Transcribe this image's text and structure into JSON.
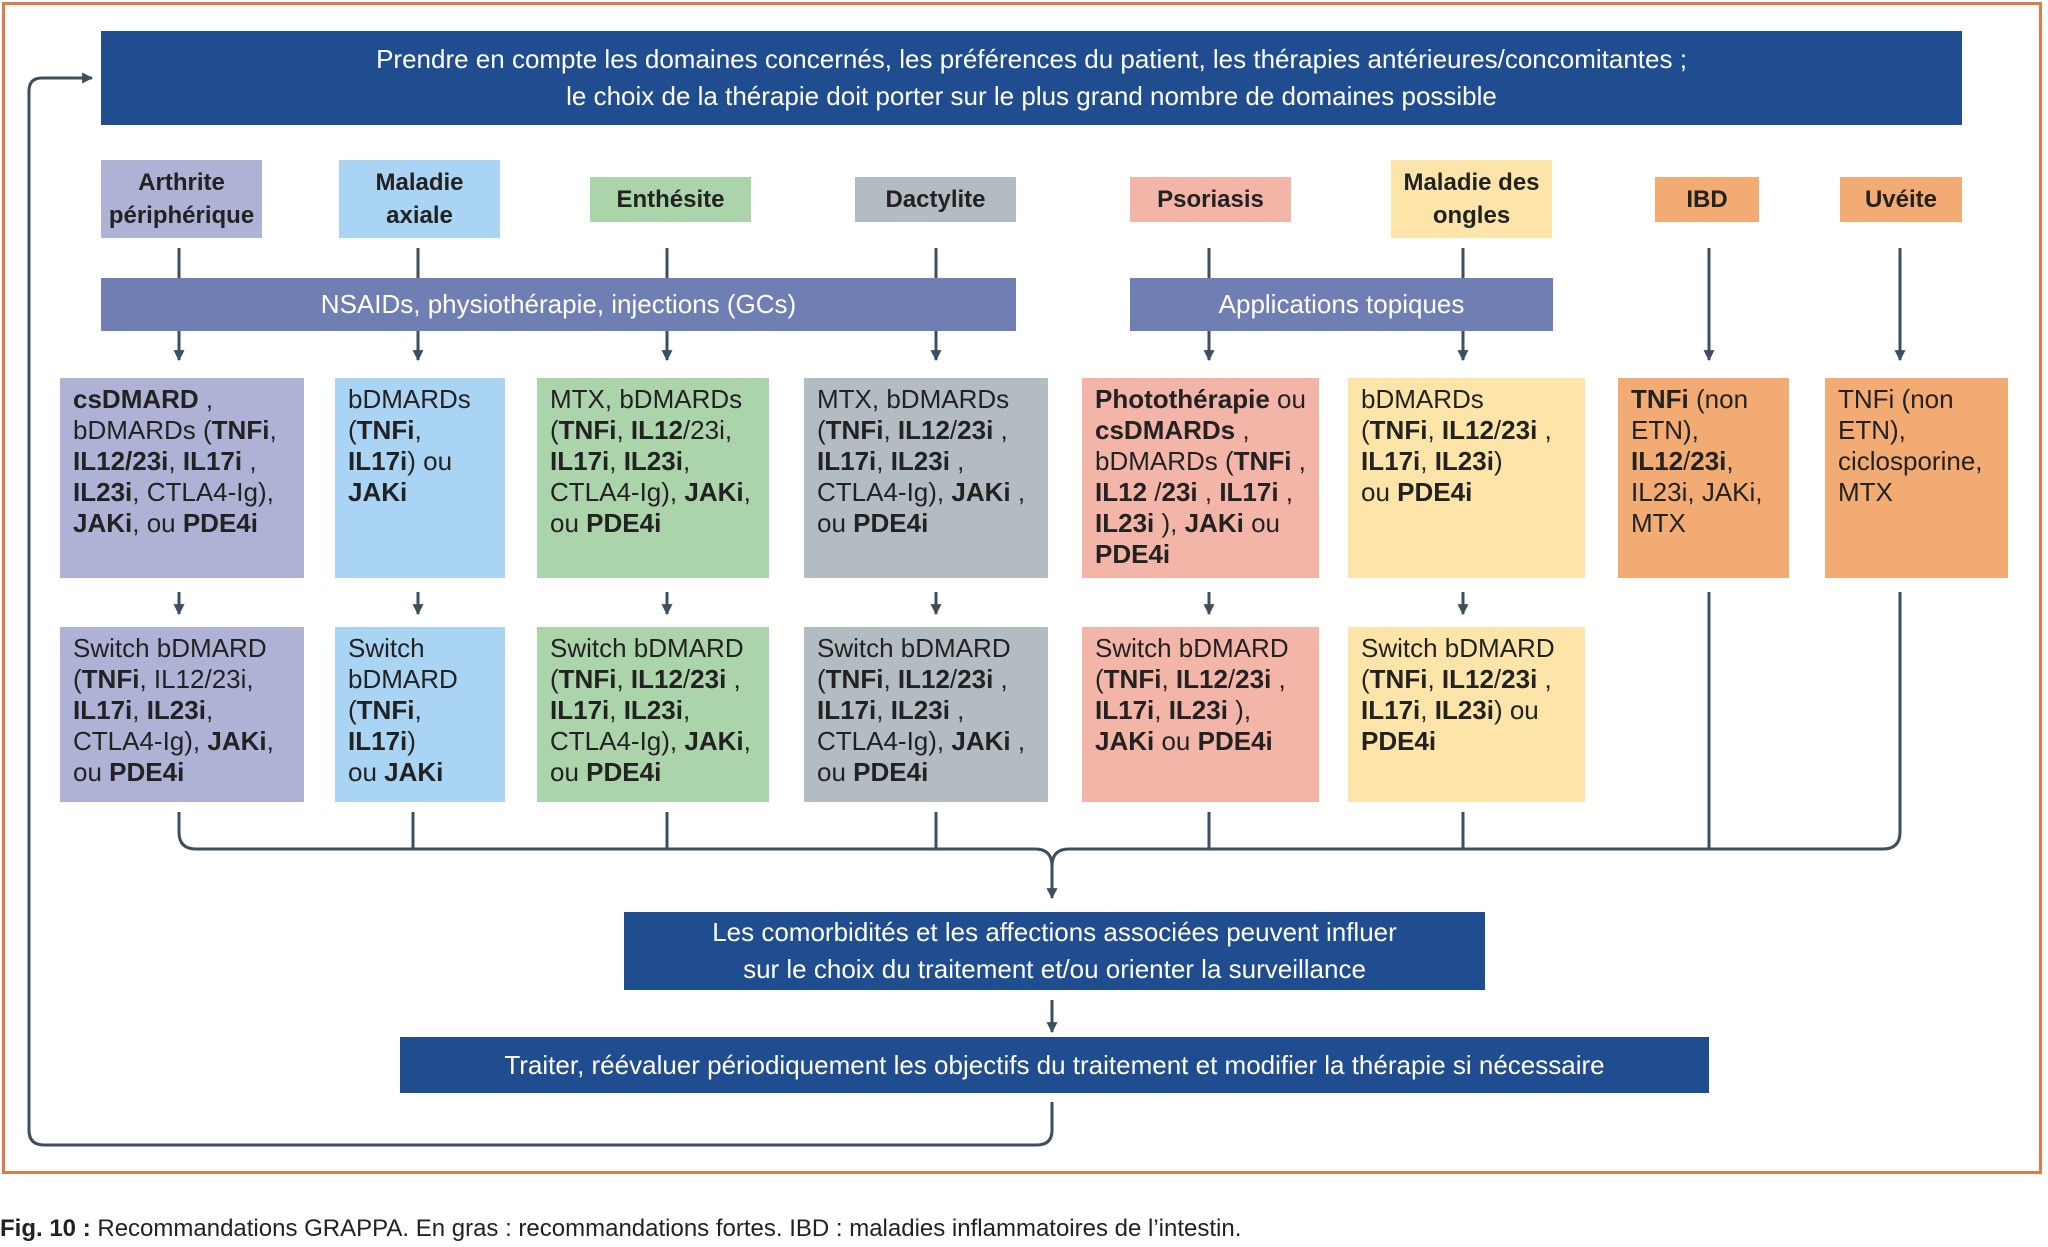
{
  "top_banner": {
    "line1": "Prendre en compte les domaines concernés, les préférences du patient, les thérapies antérieures/concomitantes ;",
    "line2": "le choix de la thérapie doit porter sur le plus grand nombre de domaines possible"
  },
  "domains": [
    {
      "id": "arthrite",
      "lines": [
        "Arthrite",
        "périphérique"
      ],
      "color": "#aeb3d6"
    },
    {
      "id": "axiale",
      "lines": [
        "Maladie",
        "axiale"
      ],
      "color": "#aad4f4"
    },
    {
      "id": "enthesite",
      "lines": [
        "Enthésite"
      ],
      "color": "#acd4ab"
    },
    {
      "id": "dactylite",
      "lines": [
        "Dactylite"
      ],
      "color": "#b2bcc2"
    },
    {
      "id": "psoriasis",
      "lines": [
        "Psoriasis"
      ],
      "color": "#f3b5a8"
    },
    {
      "id": "ongles",
      "lines": [
        "Maladie des",
        "ongles"
      ],
      "color": "#fde4a8"
    },
    {
      "id": "ibd",
      "lines": [
        "IBD"
      ],
      "color": "#f3ab74"
    },
    {
      "id": "uveite",
      "lines": [
        "Uvéite"
      ],
      "color": "#f3ab74"
    }
  ],
  "bars": {
    "nsaids": "NSAIDs, physiothérapie, injections (GCs)",
    "topiques": "Applications topiques"
  },
  "first_line": [
    {
      "id": "arthrite",
      "lines": [
        "**csDMARD** ,",
        "bDMARDs (**TNFi**,",
        "**IL12/23i**, **IL17i** ,",
        "**IL23i**, CTLA4-Ig),",
        "**JAKi**, ou **PDE4i**"
      ]
    },
    {
      "id": "axiale",
      "lines": [
        "bDMARDs",
        "(**TNFi**,",
        "**IL17i**) ou",
        "**JAKi**"
      ]
    },
    {
      "id": "enthesite",
      "lines": [
        "MTX, bDMARDs",
        "(**TNFi**, **IL12**/23i,",
        "**IL17i**, **IL23i**,",
        "CTLA4-Ig), **JAKi**,",
        "ou **PDE4i**"
      ]
    },
    {
      "id": "dactylite",
      "lines": [
        "MTX, bDMARDs",
        "(**TNFi**, **IL12**/**23i** ,",
        "**IL17i**, **IL23i** ,",
        "CTLA4-Ig), **JAKi** ,",
        "ou **PDE4i**"
      ]
    },
    {
      "id": "psoriasis",
      "lines": [
        "**Photothérapie** ou",
        "**csDMARDs** ,",
        "bDMARDs (**TNFi** ,",
        "**IL12** /**23i** , **IL17i** ,",
        "**IL23i** ), **JAKi** ou",
        "**PDE4i**"
      ]
    },
    {
      "id": "ongles",
      "lines": [
        "bDMARDs",
        "(**TNFi**, **IL12**/**23i** ,",
        "**IL17i**, **IL23i**)",
        "ou **PDE4i**"
      ]
    },
    {
      "id": "ibd",
      "lines": [
        "**TNFi** (non",
        "ETN),",
        "**IL12**/**23i**,",
        "IL23i, JAKi,",
        "MTX"
      ]
    },
    {
      "id": "uveite",
      "lines": [
        "TNFi (non",
        "ETN),",
        "ciclosporine,",
        "MTX"
      ]
    }
  ],
  "second_line": [
    {
      "id": "arthrite",
      "lines": [
        "Switch bDMARD",
        "(**TNFi**, IL12/23i,",
        "**IL17i**, **IL23i**,",
        "CTLA4-Ig), **JAKi**,",
        "ou **PDE4i**"
      ]
    },
    {
      "id": "axiale",
      "lines": [
        "Switch",
        "bDMARD",
        "(**TNFi**,",
        "**IL17i**)",
        "ou **JAKi**"
      ]
    },
    {
      "id": "enthesite",
      "lines": [
        "Switch bDMARD",
        "(**TNFi**, **IL12**/**23i** ,",
        "**IL17i**, **IL23i**,",
        "CTLA4-Ig), **JAKi**,",
        "ou **PDE4i**"
      ]
    },
    {
      "id": "dactylite",
      "lines": [
        "Switch bDMARD",
        "(**TNFi**, **IL12**/**23i** ,",
        "**IL17i**, **IL23i** ,",
        "CTLA4-Ig), **JAKi** ,",
        "ou **PDE4i**"
      ]
    },
    {
      "id": "psoriasis",
      "lines": [
        "Switch bDMARD",
        "(**TNFi**, **IL12**/**23i** ,",
        "**IL17i**, **IL23i** ),",
        "**JAKi** ou **PDE4i**"
      ]
    },
    {
      "id": "ongles",
      "lines": [
        "Switch bDMARD",
        "(**TNFi**, **IL12**/**23i** ,",
        "**IL17i**, **IL23i**) ou",
        "**PDE4i**"
      ]
    }
  ],
  "comorbidities": {
    "line1": "Les comorbidités et les affections associées peuvent influer",
    "line2": "sur le choix  du traitement et/ou orienter la surveillance"
  },
  "final": "Traiter, réévaluer périodiquement les objectifs du traitement et modifier la thérapie si nécessaire",
  "caption": {
    "label": "Fig. 10 :",
    "text": " Recommandations GRAPPA. En gras : recommandations fortes. IBD : maladies inflammatoires de l’intestin."
  },
  "colors": {
    "banner": "#1f4d8f",
    "bar": "#6f7fb4",
    "frame": "#e07a46",
    "connector": "#3d4f5c"
  }
}
